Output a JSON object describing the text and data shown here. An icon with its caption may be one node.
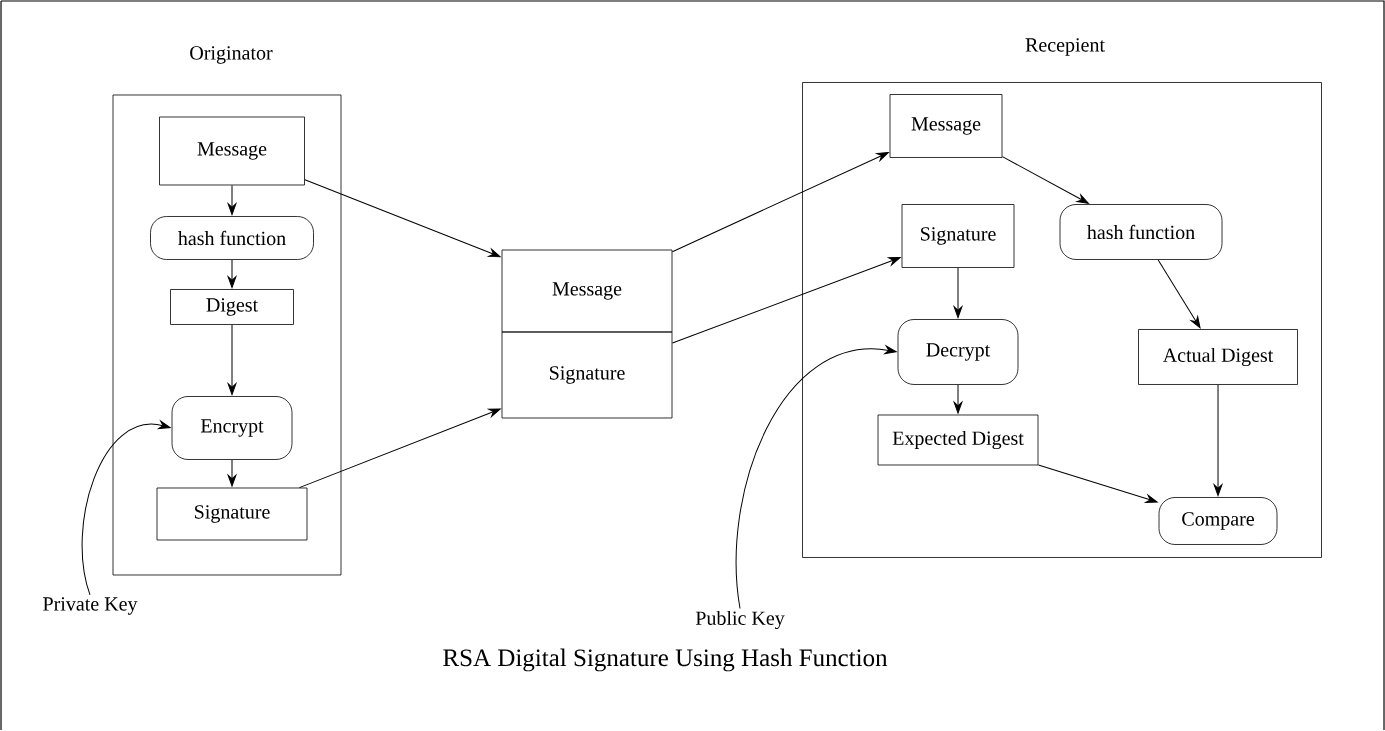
{
  "diagram": {
    "title": "RSA Digital Signature Using Hash Function",
    "nodes": [
      {
        "text": [
          "Originator"
        ]
      },
      {
        "text": [
          "Message"
        ],
        "in": 0
      },
      {
        "text": [
          "hash function"
        ],
        "in": 0
      },
      {
        "text": [
          "Digest"
        ],
        "in": 0
      },
      {
        "text": [
          "Encrypt"
        ],
        "in": 0
      },
      {
        "text": [
          "Signature"
        ],
        "in": 0
      },
      {
        "text": [
          "Message"
        ]
      },
      {
        "text": [
          "Signature"
        ]
      },
      {
        "text": [
          "Recepient"
        ]
      },
      {
        "text": [
          "Message"
        ],
        "in": 8
      },
      {
        "text": [
          "Signature"
        ],
        "in": 8
      },
      {
        "text": [
          "hash function"
        ],
        "in": 8
      },
      {
        "text": [
          "Decrypt"
        ],
        "in": 8
      },
      {
        "text": [
          "Actual Digest"
        ],
        "in": 8
      },
      {
        "text": [
          "Expected Digest"
        ],
        "in": 8
      },
      {
        "text": [
          "Compare"
        ],
        "in": 8
      },
      {
        "text": [
          "Private Key"
        ]
      },
      {
        "text": [
          "Public Key"
        ]
      }
    ],
    "edges": [
      {
        "from": 1,
        "to": 2,
        "arrow": "to"
      },
      {
        "from": 2,
        "to": 3,
        "arrow": "to"
      },
      {
        "from": 3,
        "to": 4,
        "arrow": "to"
      },
      {
        "from": 4,
        "to": 5,
        "arrow": "to"
      },
      {
        "from": 1,
        "to": 6,
        "arrow": "to"
      },
      {
        "from": 5,
        "to": 7,
        "arrow": "to"
      },
      {
        "from": 6,
        "to": 9,
        "arrow": "to"
      },
      {
        "from": 7,
        "to": 10,
        "arrow": "to"
      },
      {
        "from": 9,
        "to": 11,
        "arrow": "to"
      },
      {
        "from": 11,
        "to": 13,
        "arrow": "to"
      },
      {
        "from": 10,
        "to": 12,
        "arrow": "to"
      },
      {
        "from": 12,
        "to": 14,
        "arrow": "to"
      },
      {
        "from": 13,
        "to": 15,
        "arrow": "to"
      },
      {
        "from": 14,
        "to": 15,
        "arrow": "to"
      },
      {
        "from": 16,
        "to": 4,
        "arrow": "to"
      },
      {
        "from": 17,
        "to": 12,
        "arrow": "to"
      }
    ]
  }
}
